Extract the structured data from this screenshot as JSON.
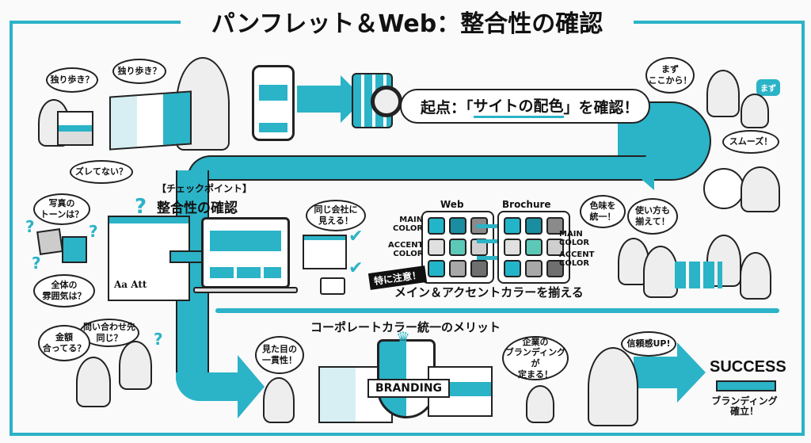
{
  "title": "パンフレット＆Web：整合性の確認",
  "top": {
    "bubble1": "独り歩き？",
    "bubble2": "独り歩き？",
    "start_prefix": "起点：「",
    "start_highlight": "サイトの配色",
    "start_suffix": "」を確認！",
    "bubble_start": "まず\nここから！",
    "badge_mazu": "まず",
    "bubble_smooth": "スムーズ！"
  },
  "check": {
    "heading_sub": "【チェックポイント】",
    "heading": "整合性の確認",
    "bubble_zure": "ズレてない？",
    "bubble_photo": "写真の\nトーンは？",
    "bubble_mood": "全体の\n雰囲気は？",
    "bubble_same": "同じ会社に\n見える！",
    "bubble_price": "金額\n合ってる？",
    "bubble_contact": "問い合わせ先\n同じ？",
    "typo": "Aa Att"
  },
  "colors": {
    "web_label": "Web",
    "brochure_label": "Brochure",
    "main_color": "MAIN\nCOLOR",
    "accent_color": "ACCENT\nCOLOR",
    "note_tag": "特に注意！",
    "note": "メイン＆アクセントカラーを揃える",
    "bubble_unify": "色味を\n統一！",
    "bubble_usage": "使い方も\n揃えて！",
    "web_swatches": [
      "#22b5c9",
      "#1a8ea0",
      "#8a8a8a",
      "#e0e0e0",
      "#5cc9b8",
      "#cfcfcf",
      "#22b5c9",
      "#a8a8a8",
      "#6f6f6f"
    ],
    "brochure_swatches": [
      "#22b5c9",
      "#1a8ea0",
      "#8a8a8a",
      "#e0e0e0",
      "#5cc9b8",
      "#cfcfcf",
      "#22b5c9",
      "#a8a8a8",
      "#6f6f6f"
    ]
  },
  "merit": {
    "heading": "コーポレートカラー統一のメリット",
    "bubble_look": "見た目の\n一貫性！",
    "branding": "BRANDING",
    "bubble_brand": "企業の\nブランディングが\n定まる！",
    "bubble_trust": "信頼感UP!",
    "success": "SUCCESS",
    "result": "ブランディング\n確立！"
  },
  "accent": "#2bb3c7"
}
